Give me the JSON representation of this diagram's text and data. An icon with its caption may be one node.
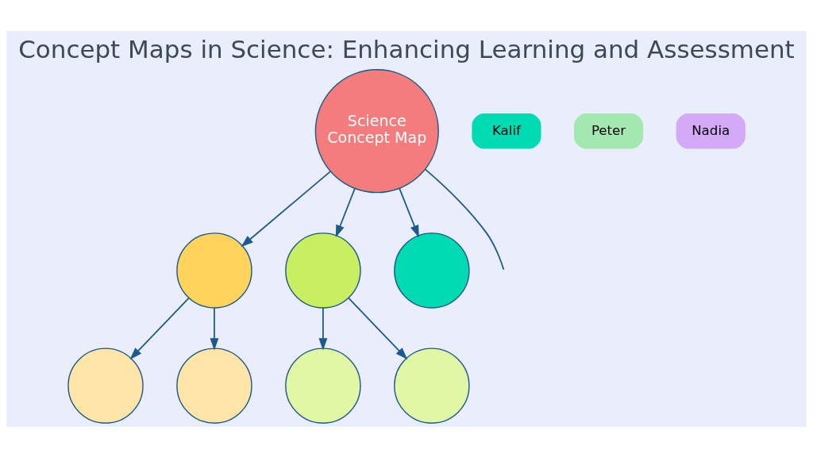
{
  "diagram": {
    "title": "Concept Maps in Science: Enhancing Learning and Assessment",
    "nodes": [
      {
        "text": [
          "Science Concept Map"
        ]
      },
      {
        "text": [],
        "shape": "circle"
      },
      {
        "text": [],
        "shape": "circle"
      },
      {
        "text": [],
        "shape": "circle"
      },
      {
        "text": [],
        "shape": "circle"
      },
      {
        "text": [],
        "shape": "circle"
      },
      {
        "text": [],
        "shape": "circle"
      },
      {
        "text": [],
        "shape": "circle"
      },
      {
        "text": [
          "Kalif"
        ]
      },
      {
        "text": [
          "Peter"
        ]
      },
      {
        "text": [
          "Nadia"
        ]
      }
    ],
    "edges": [
      {
        "from": 0,
        "to": 1,
        "arrow": "to"
      },
      {
        "from": 1,
        "to": 2,
        "arrow": "to"
      },
      {
        "from": 1,
        "to": 3,
        "arrow": "to"
      },
      {
        "from": 0,
        "to": 4,
        "arrow": "to"
      },
      {
        "from": 4,
        "to": 5,
        "arrow": "to"
      },
      {
        "from": 4,
        "to": 6,
        "arrow": "to"
      },
      {
        "from": 0,
        "to": 7,
        "arrow": "to"
      },
      {
        "from": 0,
        "to": null,
        "arrow": "none"
      }
    ]
  }
}
